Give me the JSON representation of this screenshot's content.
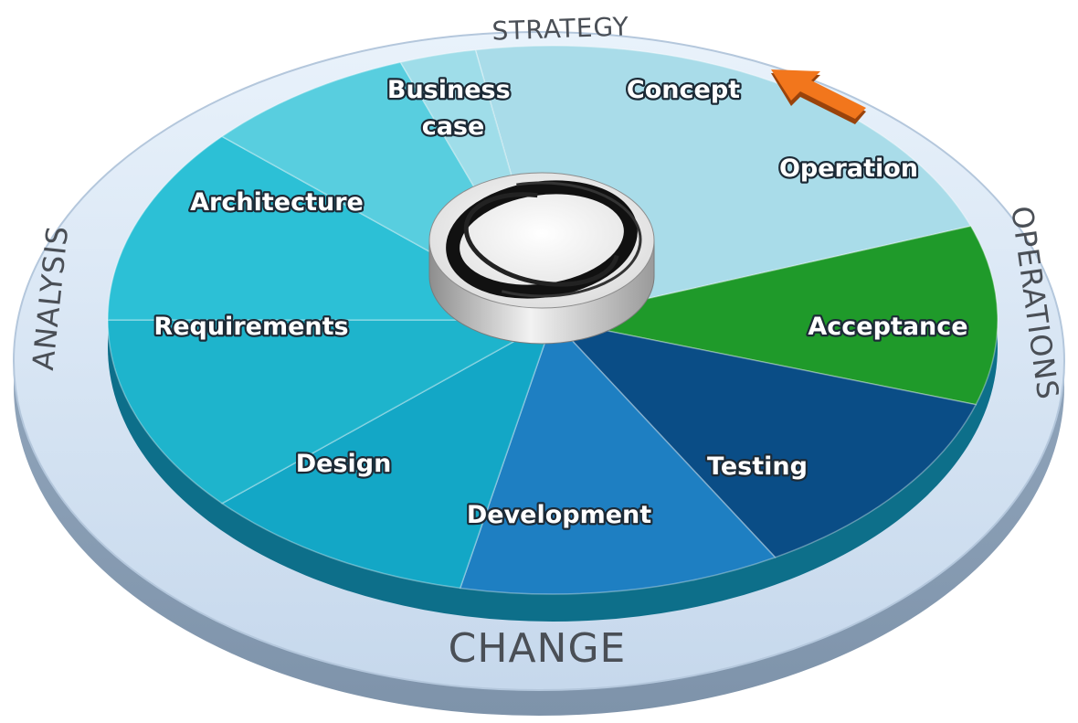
{
  "diagram": {
    "ring": {
      "top": "STRATEGY",
      "left": "ANALYSIS",
      "right": "OPERATIONS",
      "bottom": "CHANGE"
    },
    "segments": [
      {
        "key": "concept",
        "label": "Concept",
        "color": "#a9dce9"
      },
      {
        "key": "operation",
        "label": "Operation",
        "color": "#1f9a2a"
      },
      {
        "key": "acceptance",
        "label": "Acceptance",
        "color": "#0a4d86"
      },
      {
        "key": "testing",
        "label": "Testing",
        "color": "#1e7fc2"
      },
      {
        "key": "development",
        "label": "Development",
        "color": "#13a7c6"
      },
      {
        "key": "design",
        "label": "Design",
        "color": "#1eb4cc"
      },
      {
        "key": "requirements",
        "label": "Requirements",
        "color": "#2cc0d6"
      },
      {
        "key": "architecture",
        "label": "Architecture",
        "color": "#58cedf"
      },
      {
        "key": "business_case",
        "label_lines": [
          "Business",
          "case"
        ],
        "color": "#9fdde9"
      }
    ],
    "arrow_color": "#f2761c",
    "hub_icon": "enso-circle-icon"
  }
}
